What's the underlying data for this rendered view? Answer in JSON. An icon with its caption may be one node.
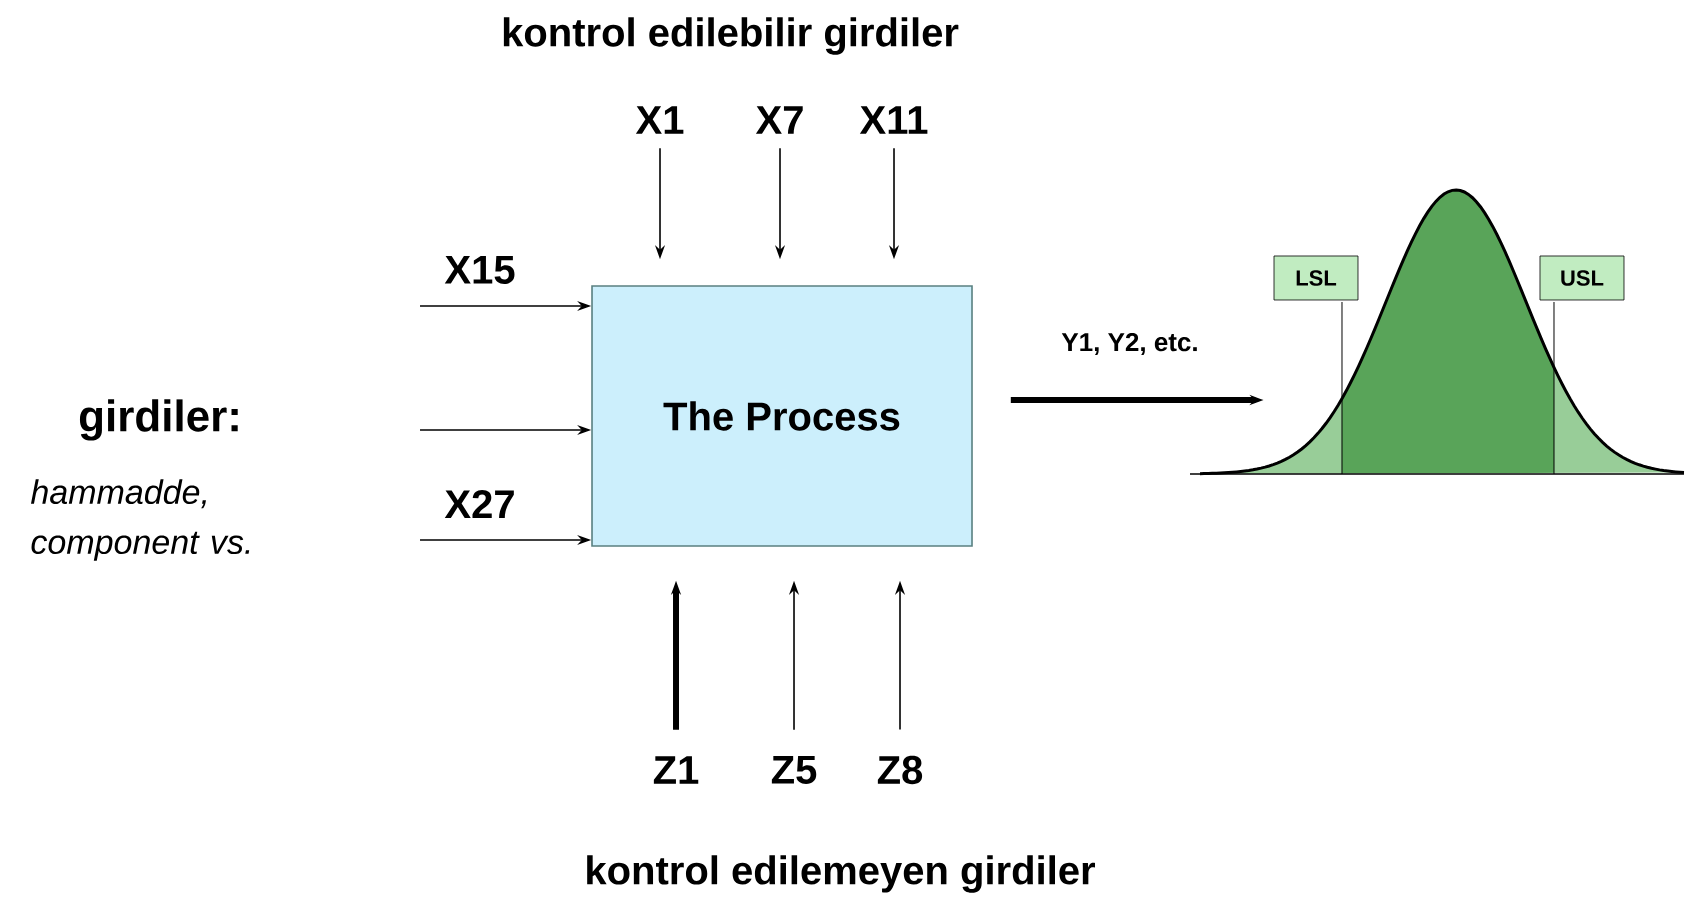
{
  "diagram": {
    "nodes": [
      {
        "text": [
          "The Process"
        ]
      },
      {
        "text": [
          "X1"
        ]
      },
      {
        "text": [
          "X7"
        ]
      },
      {
        "text": [
          "X11"
        ]
      },
      {
        "text": [
          "Z1"
        ]
      },
      {
        "text": [
          "Z5"
        ]
      },
      {
        "text": [
          "Z8"
        ]
      },
      {
        "text": [],
        "shape": "picture"
      },
      {
        "text": [
          "LSL"
        ],
        "in": 7
      },
      {
        "text": [
          "USL"
        ],
        "in": 7
      }
    ],
    "edges": [
      {
        "from": 1,
        "to": 0,
        "arrow": "to"
      },
      {
        "from": 2,
        "to": 0,
        "arrow": "to"
      },
      {
        "from": 3,
        "to": 0,
        "arrow": "to"
      },
      {
        "from": null,
        "to": 0,
        "arrow": "to",
        "label": "X15"
      },
      {
        "from": null,
        "to": 0,
        "arrow": "to"
      },
      {
        "from": null,
        "to": 0,
        "arrow": "to",
        "label": "X27"
      },
      {
        "from": 4,
        "to": 0,
        "arrow": "to",
        "style": "thick"
      },
      {
        "from": 5,
        "to": 0,
        "arrow": "to"
      },
      {
        "from": 6,
        "to": 0,
        "arrow": "to"
      },
      {
        "from": 0,
        "to": 7,
        "arrow": "to",
        "style": "thick",
        "label": "Y1, Y2, etc."
      }
    ],
    "labels": [
      "kontrol edilebilir girdiler",
      "girdiler:",
      "hammadde, component vs.",
      "kontrol edilemeyen girdiler"
    ]
  }
}
